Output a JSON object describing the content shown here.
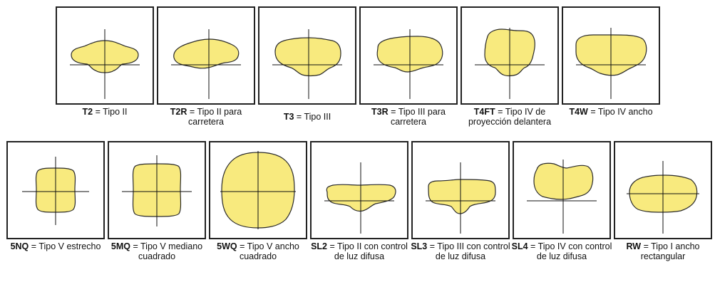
{
  "colors": {
    "fill": "#f8ea7e",
    "outline": "#2a2a2a",
    "axis": "#111111"
  },
  "row1": [
    {
      "code": "T2",
      "sep": " = ",
      "desc": "Tipo II"
    },
    {
      "code": "T2R",
      "sep": " = ",
      "desc": "Tipo II para carretera"
    },
    {
      "code": "T3",
      "sep": " = ",
      "desc": "Tipo III"
    },
    {
      "code": "T3R",
      "sep": " = ",
      "desc": "Tipo III para carretera"
    },
    {
      "code": "T4FT",
      "sep": " = ",
      "desc": "Tipo IV de proyección delantera"
    },
    {
      "code": "T4W",
      "sep": " = ",
      "desc": "Tipo IV ancho"
    }
  ],
  "row2": [
    {
      "code": "5NQ",
      "sep": " = ",
      "desc": "Tipo V estrecho"
    },
    {
      "code": "5MQ",
      "sep": " = ",
      "desc": "Tipo V mediano cuadrado"
    },
    {
      "code": "5WQ",
      "sep": " = ",
      "desc": "Tipo V ancho cuadrado"
    },
    {
      "code": "SL2",
      "sep": " = ",
      "desc": "Tipo II con control de luz difusa"
    },
    {
      "code": "SL3",
      "sep": " = ",
      "desc": "Tipo III con control de luz difusa"
    },
    {
      "code": "SL4",
      "sep": " = ",
      "desc": "Tipo IV con control de luz difusa"
    },
    {
      "code": "RW",
      "sep": " = ",
      "desc": "Tipo I ancho rectangular"
    }
  ]
}
